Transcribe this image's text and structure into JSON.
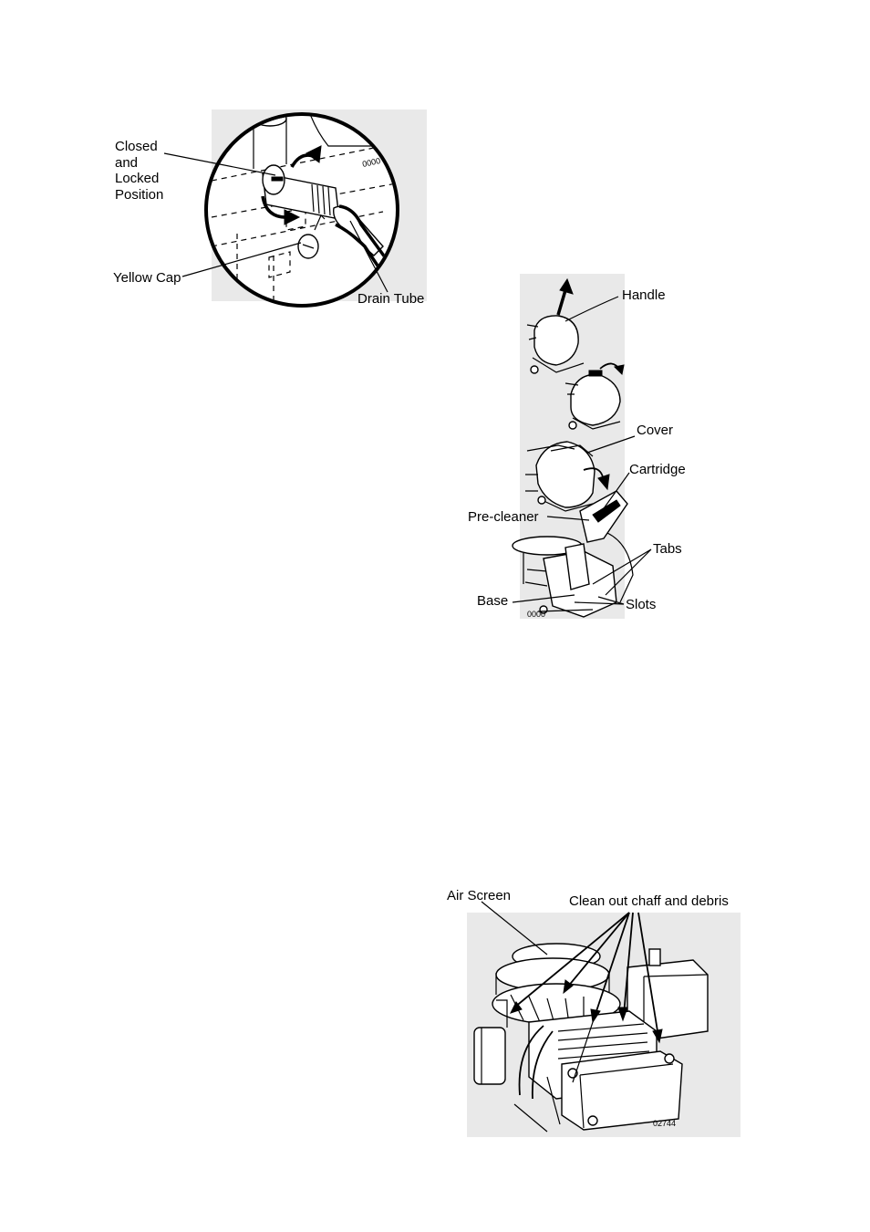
{
  "figure1": {
    "labels": {
      "closed_locked": [
        "Closed",
        "and",
        "Locked",
        "Position"
      ],
      "yellow_cap": "Yellow Cap",
      "drain_tube": "Drain Tube"
    }
  },
  "figure2": {
    "labels": {
      "handle": "Handle",
      "cover": "Cover",
      "cartridge": "Cartridge",
      "pre_cleaner": "Pre-cleaner",
      "tabs": "Tabs",
      "base": "Base",
      "slots": "Slots"
    }
  },
  "figure3": {
    "labels": {
      "air_screen": "Air Screen",
      "clean_out": "Clean out chaff and debris",
      "part_code": "02744"
    }
  }
}
